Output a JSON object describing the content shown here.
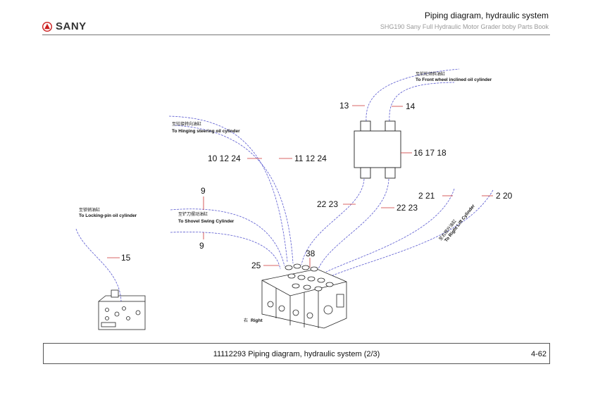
{
  "header": {
    "brand": "SANY",
    "title": "Piping diagram, hydraulic system",
    "subtitle": "SHG190 Sany Full Hydraulic Motor Grader boby Parts Book"
  },
  "diagram": {
    "annotations": {
      "front_wheel_cn": "至前轮倾斜油缸",
      "front_wheel_en": "To Front wheel inclined oil cylinder",
      "hinging_cn": "至铰接转向油缸",
      "hinging_en": "To Hinging steering oil cylinder",
      "locking_cn": "至锁销油缸",
      "locking_en": "To Locking-pin oil cylinder",
      "shovel_cn": "至铲刀摆动油缸",
      "shovel_en": "To Shovel Swing Cylinder",
      "right_lift_cn": "至右提升油缸",
      "right_lift_en": "To Right Lift Cylinder",
      "right_cn": "右",
      "right_en": "Right"
    },
    "labels": {
      "l13": "13",
      "l14": "14",
      "l161718": "16 17 18",
      "l101224": "10 12 24",
      "l111224": "11 12 24",
      "l9a": "9",
      "l9b": "9",
      "l2223a": "22 23",
      "l2223b": "22 23",
      "l221": "2 21",
      "l220": "2 20",
      "l15": "15",
      "l38": "38",
      "l25": "25"
    }
  },
  "footer": {
    "caption": "11112293 Piping diagram, hydraulic system (2/3)",
    "page": "4-62"
  },
  "colors": {
    "hose": "#5a5ad0",
    "leader": "#cc3333",
    "ink": "#222222"
  }
}
